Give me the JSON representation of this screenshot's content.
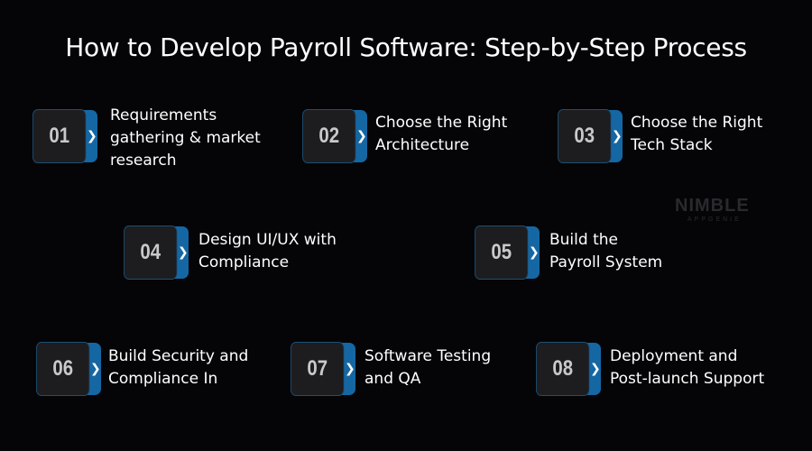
{
  "title": "How to Develop Payroll Software: Step-by-Step Process",
  "colors": {
    "background": "#050508",
    "accent": "#1567a3",
    "badge": "#1d1d20"
  },
  "watermark": {
    "line1": "NIMBLE",
    "line2": "APPGENIE"
  },
  "steps": [
    {
      "number": "01",
      "lines": [
        "Requirements",
        "gathering & market",
        "research"
      ]
    },
    {
      "number": "02",
      "lines": [
        "Choose the Right",
        "Architecture"
      ]
    },
    {
      "number": "03",
      "lines": [
        "Choose the Right",
        "Tech Stack"
      ]
    },
    {
      "number": "04",
      "lines": [
        "Design UI/UX with",
        "Compliance"
      ]
    },
    {
      "number": "05",
      "lines": [
        "Build the",
        "Payroll System"
      ]
    },
    {
      "number": "06",
      "lines": [
        "Build Security and",
        "Compliance In"
      ]
    },
    {
      "number": "07",
      "lines": [
        "Software Testing",
        "and QA"
      ]
    },
    {
      "number": "08",
      "lines": [
        "Deployment and",
        "Post-launch Support"
      ]
    }
  ]
}
